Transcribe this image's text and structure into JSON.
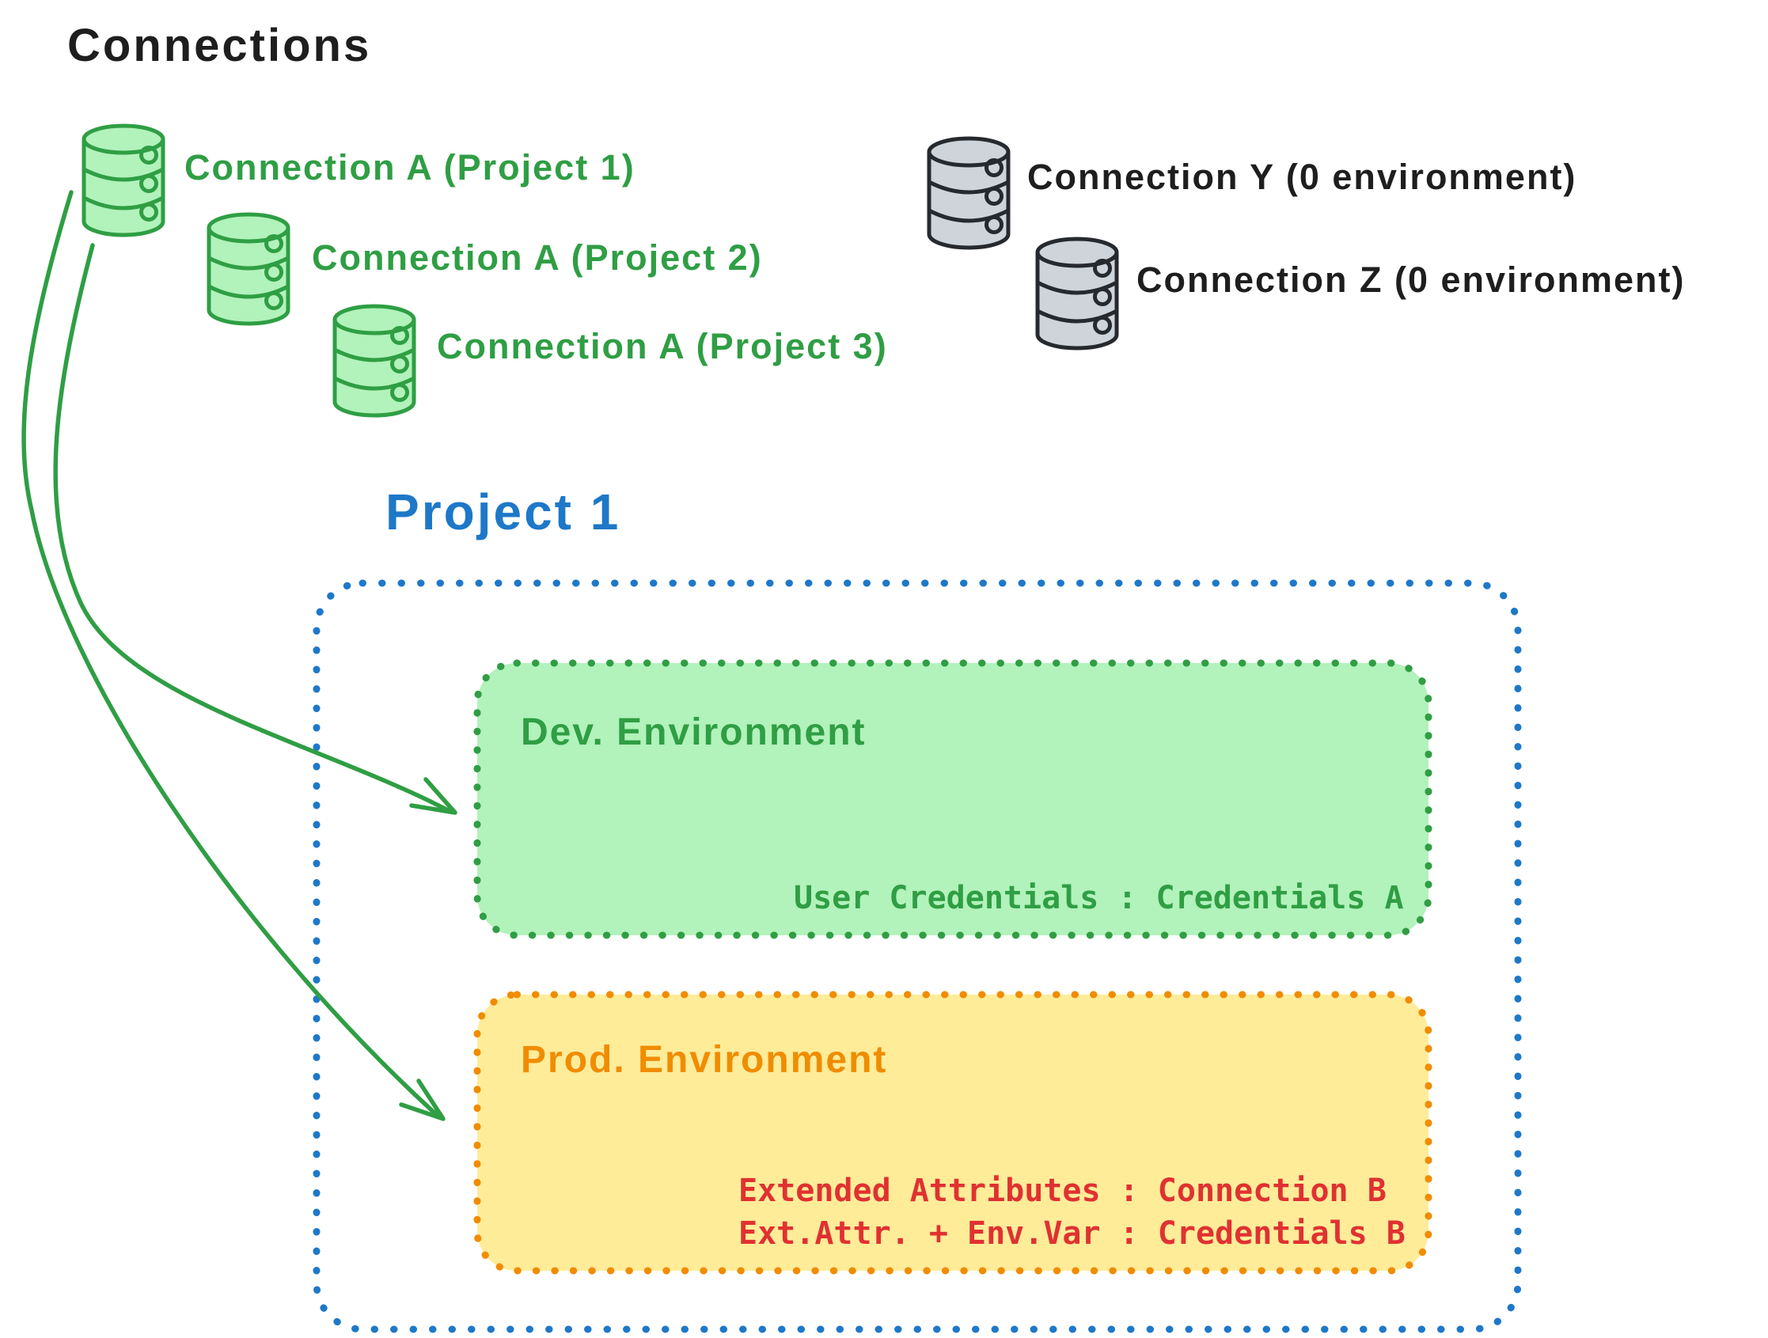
{
  "palette": {
    "ink": "#1e1e1e",
    "green": "#2f9e44",
    "greenFill": "#b2f2bb",
    "blue": "#1e78c8",
    "orange": "#f08c00",
    "orangeFill": "#ffec99",
    "red": "#e03131",
    "grayFill": "#ced4da",
    "grayStroke": "#26292d"
  },
  "title": "Connections",
  "connections": {
    "green": [
      {
        "label": "Connection A (Project 1)"
      },
      {
        "label": "Connection A (Project 2)"
      },
      {
        "label": "Connection A (Project 3)"
      }
    ],
    "gray": [
      {
        "label": "Connection Y (0 environment)"
      },
      {
        "label": "Connection Z (0 environment)"
      }
    ]
  },
  "project": {
    "title": "Project 1",
    "dev": {
      "title": "Dev. Environment",
      "credentials": "User Credentials : Credentials A"
    },
    "prod": {
      "title": "Prod. Environment",
      "line1": "Extended Attributes : Connection B",
      "line2": "Ext.Attr. + Env.Var : Credentials B"
    }
  }
}
